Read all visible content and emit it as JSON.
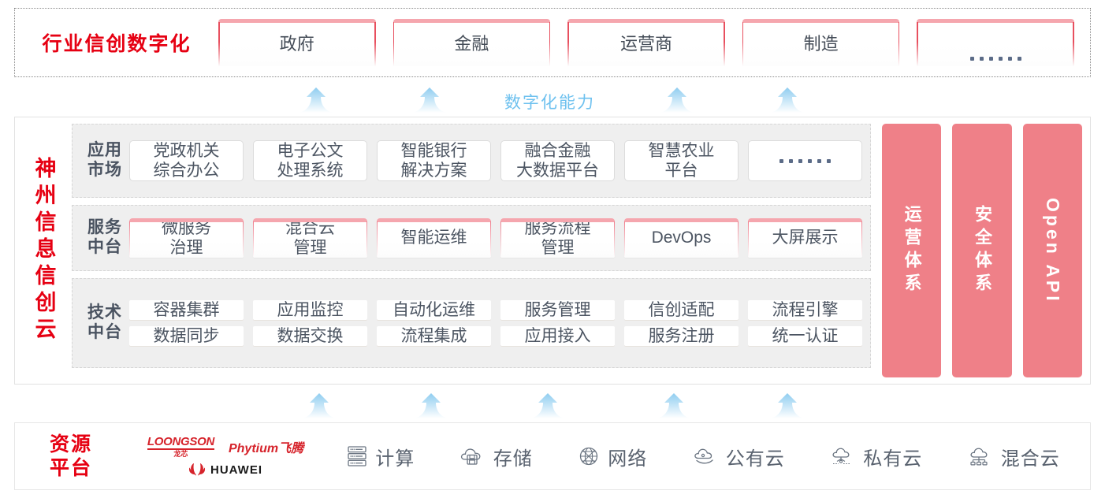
{
  "colors": {
    "brand_red": "#e60012",
    "pink_accent": "#f5a6ae",
    "pillar_pink": "#ef8088",
    "arrow_blue": "#6ec1ef",
    "layer_gray": "#efefef",
    "text_gray": "#4c5562"
  },
  "industry": {
    "title": "行业信创数字化",
    "boxes": [
      {
        "label": "政府",
        "type": "text"
      },
      {
        "label": "金融",
        "type": "text"
      },
      {
        "label": "运营商",
        "type": "text"
      },
      {
        "label": "制造",
        "type": "text"
      },
      {
        "label": "……",
        "type": "dots"
      }
    ]
  },
  "capability": {
    "label": "数字化能力",
    "arrow_count": 4
  },
  "cloud": {
    "title": "神州信息信创云",
    "layers": [
      {
        "label": "应用\n市场",
        "style": "bordered",
        "rows": [
          [
            {
              "label": "党政机关\n综合办公",
              "type": "text"
            },
            {
              "label": "电子公文\n处理系统",
              "type": "text"
            },
            {
              "label": "智能银行\n解决方案",
              "type": "text"
            },
            {
              "label": "融合金融\n大数据平台",
              "type": "text"
            },
            {
              "label": "智慧农业\n平台",
              "type": "text"
            },
            {
              "label": "……",
              "type": "dots"
            }
          ]
        ]
      },
      {
        "label": "服务\n中台",
        "style": "pinktop",
        "rows": [
          [
            {
              "label": "微服务\n治理",
              "type": "text"
            },
            {
              "label": "混合云\n管理",
              "type": "text"
            },
            {
              "label": "智能运维",
              "type": "text"
            },
            {
              "label": "服务流程\n管理",
              "type": "text"
            },
            {
              "label": "DevOps",
              "type": "text"
            },
            {
              "label": "大屏展示",
              "type": "text"
            }
          ]
        ]
      },
      {
        "label": "技术\n中台",
        "style": "plain",
        "rows": [
          [
            {
              "label": "容器集群",
              "type": "text"
            },
            {
              "label": "应用监控",
              "type": "text"
            },
            {
              "label": "自动化运维",
              "type": "text"
            },
            {
              "label": "服务管理",
              "type": "text"
            },
            {
              "label": "信创适配",
              "type": "text"
            },
            {
              "label": "流程引擎",
              "type": "text"
            }
          ],
          [
            {
              "label": "数据同步",
              "type": "text"
            },
            {
              "label": "数据交换",
              "type": "text"
            },
            {
              "label": "流程集成",
              "type": "text"
            },
            {
              "label": "应用接入",
              "type": "text"
            },
            {
              "label": "服务注册",
              "type": "text"
            },
            {
              "label": "统一认证",
              "type": "text"
            }
          ]
        ]
      }
    ],
    "pillars": [
      {
        "label": "运营体系"
      },
      {
        "label": "安全体系"
      },
      {
        "label": "Open API"
      }
    ]
  },
  "bottom_arrows": {
    "arrow_count": 5
  },
  "resource": {
    "title": "资源\n平台",
    "vendors": [
      {
        "name": "LOONGSON",
        "sub": "龙芯",
        "icon": "loongson-logo"
      },
      {
        "name": "Phytium飞腾",
        "icon": "phytium-logo"
      },
      {
        "name": "HUAWEI",
        "icon": "huawei-logo"
      }
    ],
    "items": [
      {
        "label": "计算",
        "icon": "server-icon"
      },
      {
        "label": "存储",
        "icon": "cloud-storage-icon"
      },
      {
        "label": "网络",
        "icon": "network-globe-icon"
      },
      {
        "label": "公有云",
        "icon": "public-cloud-icon"
      },
      {
        "label": "私有云",
        "icon": "private-cloud-icon"
      },
      {
        "label": "混合云",
        "icon": "hybrid-cloud-icon"
      }
    ]
  }
}
